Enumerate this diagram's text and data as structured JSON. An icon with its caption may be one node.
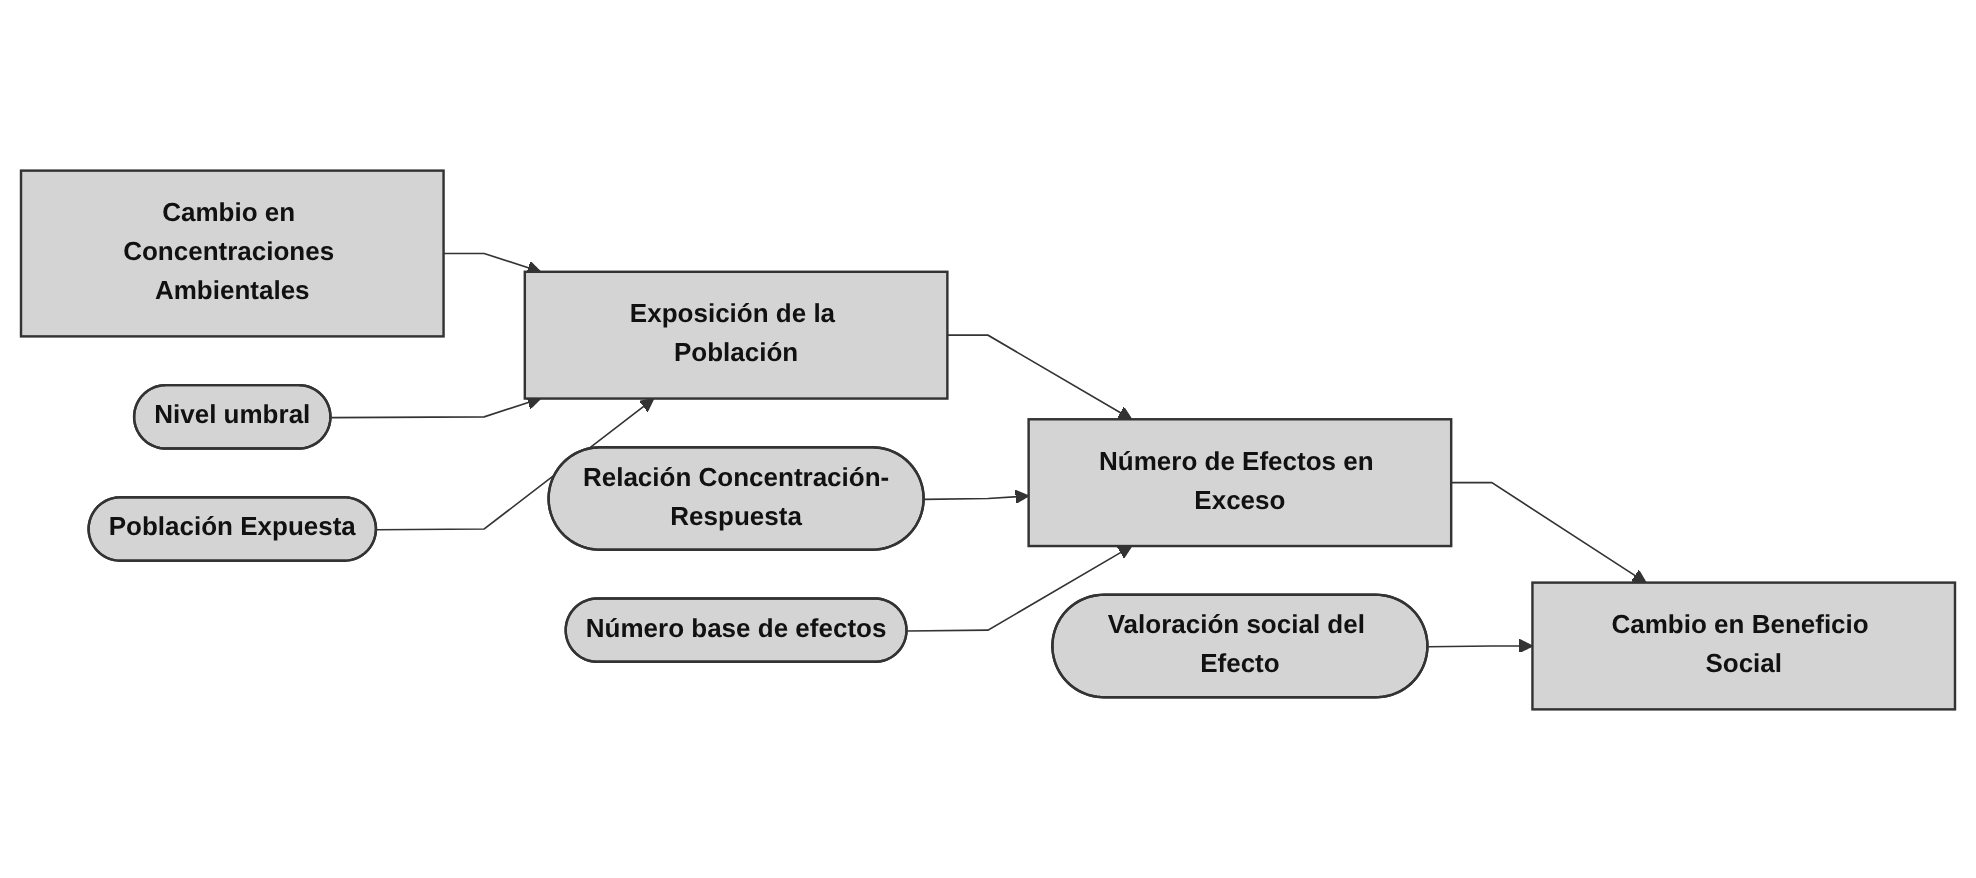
{
  "diagram": {
    "nodes": [
      {
        "text": [
          "Cambio en Concentraciones Ambientales"
        ]
      },
      {
        "text": [
          "Nivel umbral"
        ]
      },
      {
        "text": [
          "Exposición de la Población"
        ]
      },
      {
        "text": [
          "Población Expuesta"
        ]
      },
      {
        "text": [
          "Relación Concentración-Respuesta"
        ]
      },
      {
        "text": [
          "Número de Efectos en Exceso"
        ]
      },
      {
        "text": [
          "Número base de efectos"
        ]
      },
      {
        "text": [
          "Cambio en Beneficio Social"
        ]
      },
      {
        "text": [
          "Valoración social del Efecto"
        ]
      }
    ],
    "edges": [
      {
        "from": 0,
        "to": 2,
        "arrow": "to"
      },
      {
        "from": 1,
        "to": 2,
        "arrow": "to"
      },
      {
        "from": 3,
        "to": 2,
        "arrow": "to"
      },
      {
        "from": 2,
        "to": 5,
        "arrow": "to"
      },
      {
        "from": 4,
        "to": 5,
        "arrow": "to"
      },
      {
        "from": 6,
        "to": 5,
        "arrow": "to"
      },
      {
        "from": 5,
        "to": 7,
        "arrow": "to"
      },
      {
        "from": 8,
        "to": 7,
        "arrow": "to"
      }
    ]
  }
}
